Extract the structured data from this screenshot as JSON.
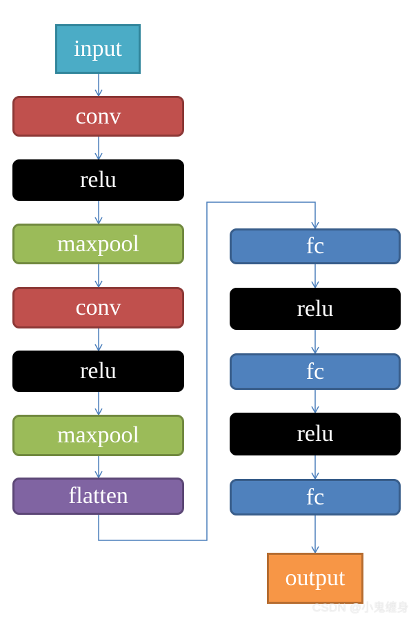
{
  "nodes": {
    "input": "input",
    "conv1": "conv",
    "relu1": "relu",
    "maxpool1": "maxpool",
    "conv2": "conv",
    "relu2": "relu",
    "maxpool2": "maxpool",
    "flatten": "flatten",
    "fc1": "fc",
    "relu3": "relu",
    "fc2": "fc",
    "relu4": "relu",
    "fc3": "fc",
    "output": "output"
  },
  "watermark": "CSDN @小鬼缠身",
  "colors": {
    "input": "#4bacc6",
    "conv": "#c0504d",
    "relu": "#000000",
    "maxpool": "#9bbb59",
    "flatten": "#8064a2",
    "fc": "#4f81bd",
    "output": "#f79646",
    "arrow": "#4a7ebb"
  }
}
